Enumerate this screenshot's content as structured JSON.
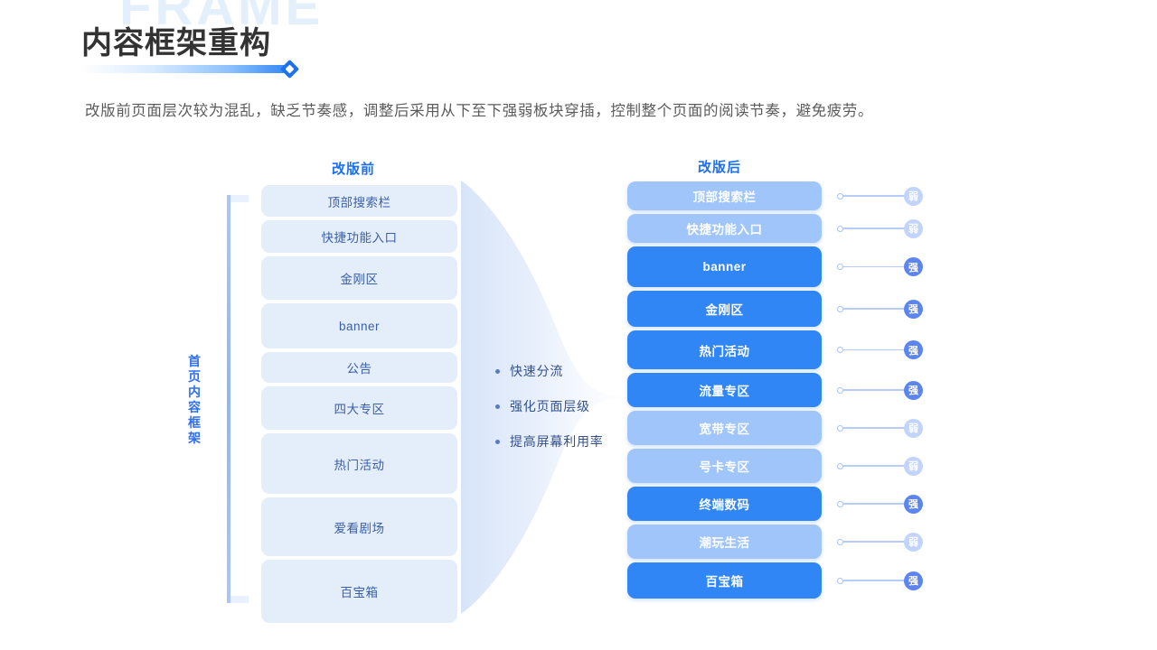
{
  "header": {
    "watermark": "FRAME",
    "title": "内容框架重构",
    "subtitle": "改版前页面层次较为混乱，缺乏节奏感，调整后采用从下至下强弱板块穿插，控制整个页面的阅读节奏，避免疲劳。"
  },
  "colors": {
    "accent": "#1d6ff0",
    "strong": "#3186f5",
    "weak": "#9fc5fb",
    "card_before_bg": "#e4eefb",
    "title_text": "#333333",
    "watermark": "#e3effb"
  },
  "left_panel": {
    "heading": "改版前",
    "vertical_label": "首页内容框架",
    "cards": [
      {
        "label": "顶部搜索栏",
        "height": 35
      },
      {
        "label": "快捷功能入口",
        "height": 36
      },
      {
        "label": "金刚区",
        "height": 48
      },
      {
        "label": "banner",
        "height": 50
      },
      {
        "label": "公告",
        "height": 34
      },
      {
        "label": "四大专区",
        "height": 48
      },
      {
        "label": "热门活动",
        "height": 67
      },
      {
        "label": "爱看剧场",
        "height": 65
      },
      {
        "label": "百宝箱",
        "height": 70
      }
    ]
  },
  "middle": {
    "bullets": [
      "快速分流",
      "强化页面层级",
      "提高屏幕利用率"
    ]
  },
  "right_panel": {
    "heading": "改版后",
    "cards": [
      {
        "label": "顶部搜索栏",
        "weight": "weak",
        "badge": "弱",
        "height": 32
      },
      {
        "label": "快捷功能入口",
        "weight": "weak",
        "badge": "弱",
        "height": 32
      },
      {
        "label": "banner",
        "weight": "strong",
        "badge": "强",
        "height": 45
      },
      {
        "label": "金刚区",
        "weight": "strong",
        "badge": "强",
        "height": 40
      },
      {
        "label": "热门活动",
        "weight": "strong",
        "badge": "强",
        "height": 43
      },
      {
        "label": "流量专区",
        "weight": "strong",
        "badge": "强",
        "height": 38
      },
      {
        "label": "宽带专区",
        "weight": "weak",
        "badge": "弱",
        "height": 38
      },
      {
        "label": "号卡专区",
        "weight": "weak",
        "badge": "弱",
        "height": 38
      },
      {
        "label": "终端数码",
        "weight": "strong",
        "badge": "强",
        "height": 38
      },
      {
        "label": "潮玩生活",
        "weight": "weak",
        "badge": "弱",
        "height": 38
      },
      {
        "label": "百宝箱",
        "weight": "strong",
        "badge": "强",
        "height": 40
      }
    ]
  }
}
